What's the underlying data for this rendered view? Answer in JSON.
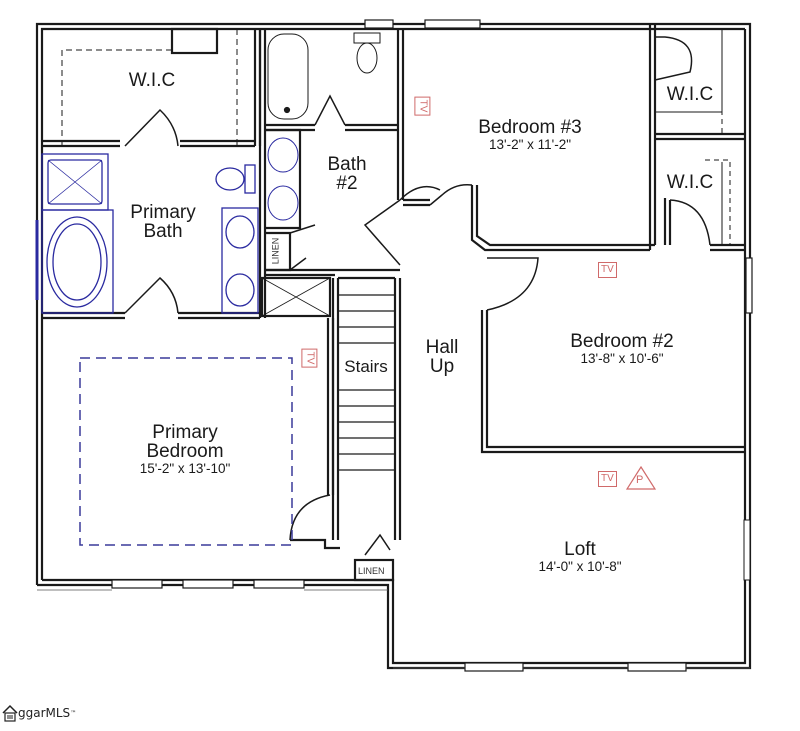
{
  "colors": {
    "wall": "#1a1a1a",
    "fixture_blue": "#2a2aa0",
    "electrical_red": "#d06a6a",
    "tray_ceiling_dash": "#3a3a9a",
    "background": "#ffffff"
  },
  "rooms": {
    "wic_primary": {
      "name": "W.I.C"
    },
    "primary_bath": {
      "name": "Primary\nBath",
      "line1": "Primary",
      "line2": "Bath"
    },
    "bath2": {
      "line1": "Bath",
      "line2": "#2"
    },
    "bedroom3": {
      "name": "Bedroom #3",
      "dims": "13'-2\" x 11'-2\""
    },
    "wic_bed3": {
      "name": "W.I.C"
    },
    "wic_bed2": {
      "name": "W.I.C"
    },
    "bedroom2": {
      "name": "Bedroom #2",
      "dims": "13'-8\" x 10'-6\""
    },
    "hall": {
      "line1": "Hall",
      "line2": "Up"
    },
    "stairs": {
      "name": "Stairs"
    },
    "primary_bedroom": {
      "line1": "Primary",
      "line2": "Bedroom",
      "dims": "15'-2\" x 13'-10\""
    },
    "loft": {
      "name": "Loft",
      "dims": "14'-0\" x 10'-8\""
    },
    "linen_bath": {
      "name": "LINEN"
    },
    "linen_hall": {
      "name": "LINEN"
    }
  },
  "symbols": {
    "tv_label": "TV",
    "pendant_label": "P"
  },
  "watermark": {
    "brand": "ggarMLS",
    "tm": "™"
  }
}
